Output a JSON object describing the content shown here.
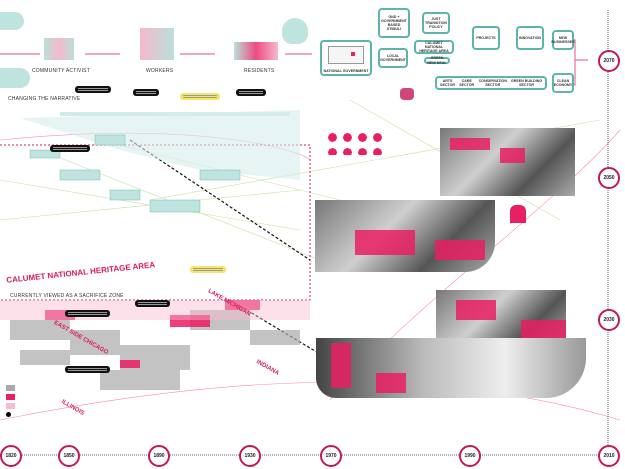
{
  "actors": [
    "COMMUNITY ACTIVIST",
    "WORKERS",
    "RESIDENTS"
  ],
  "map_labels": {
    "narrative": "CHANGING THE NARRATIVE",
    "heritage": "CALUMET NATIONAL HERITAGE AREA",
    "sacrifice": "CURRENTLY VIEWED AS A SACRIFICE ZONE",
    "lake": "LAKE MICHIGAN",
    "eastside": "EAST SIDE CHICAGO",
    "indiana": "INDIANA",
    "illinois": "ILLINOIS"
  },
  "flow": {
    "national": "NATIONAL GOVERNMENT",
    "local": "LOCAL GOVERNMENT",
    "stimuli": "GND + GOVERNMENT BASED STIMULI",
    "policy": "JUST TRANSITION POLICY",
    "heritage": "CALUMET NATIONAL HERITAGE AREA",
    "gnd": "GREEN NEW DEAL",
    "projects": "PROJECTS",
    "innovation": "INNOVATION",
    "new_business": "NEW BUSINESSES",
    "clean": "CLEAN ECONOMY",
    "sectors": [
      "ARTS SECTOR",
      "CARE SECTOR",
      "CONSERVATION SECTOR",
      "GREEN BUILDING SECTOR"
    ]
  },
  "timeline_bottom": [
    "1820",
    "1850",
    "1890",
    "1930",
    "1970",
    "1990",
    "2010"
  ],
  "timeline_right": [
    "2070",
    "2050",
    "2030",
    "2010"
  ],
  "colors": {
    "accent": "#d81b60",
    "teal": "#5bb5ab"
  }
}
